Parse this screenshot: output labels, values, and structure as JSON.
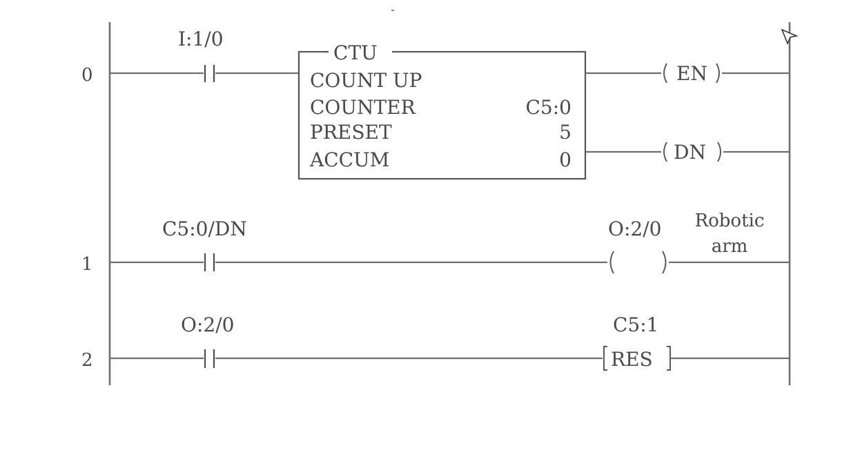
{
  "rungs": [
    {
      "number": "0"
    },
    {
      "number": "1"
    },
    {
      "number": "2"
    }
  ],
  "rung0": {
    "contact_address": "I:1/0",
    "block": {
      "title": "CTU",
      "name": "COUNT UP",
      "rows": [
        {
          "label": "COUNTER",
          "value": "C5:0"
        },
        {
          "label": "PRESET",
          "value": "5"
        },
        {
          "label": "ACCUM",
          "value": "0"
        }
      ]
    },
    "outputs": [
      {
        "label": "EN"
      },
      {
        "label": "DN"
      }
    ]
  },
  "rung1": {
    "contact_address": "C5:0/DN",
    "coil_address": "O:2/0",
    "coil_description": [
      "Robotic",
      "arm"
    ]
  },
  "rung2": {
    "contact_address": "O:2/0",
    "instruction_address": "C5:1",
    "instruction": "RES"
  },
  "colors": {
    "line": "#6e6e6e",
    "text": "#4a4a4a",
    "background": "#ffffff"
  }
}
